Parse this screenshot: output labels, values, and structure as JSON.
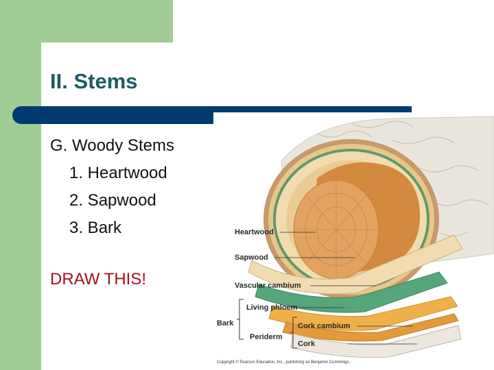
{
  "slide": {
    "title": "II. Stems",
    "heading": "G. Woody Stems",
    "items": [
      "1. Heartwood",
      "2. Sapwood",
      "3. Bark"
    ],
    "callout": "DRAW THIS!"
  },
  "diagram": {
    "labels": {
      "heartwood": "Heartwood",
      "sapwood": "Sapwood",
      "vascular_cambium": "Vascular cambium",
      "living_phloem": "Living phloem",
      "bark": "Bark",
      "cork_cambium": "Cork cambium",
      "periderm": "Periderm",
      "cork": "Cork"
    },
    "copyright": "Copyright © Pearson Education, Inc., publishing as Benjamin Cummings."
  },
  "colors": {
    "side_green": "#a0cc96",
    "title": "#1b5c60",
    "bar": "#003a70",
    "callout": "#a50f1c"
  }
}
